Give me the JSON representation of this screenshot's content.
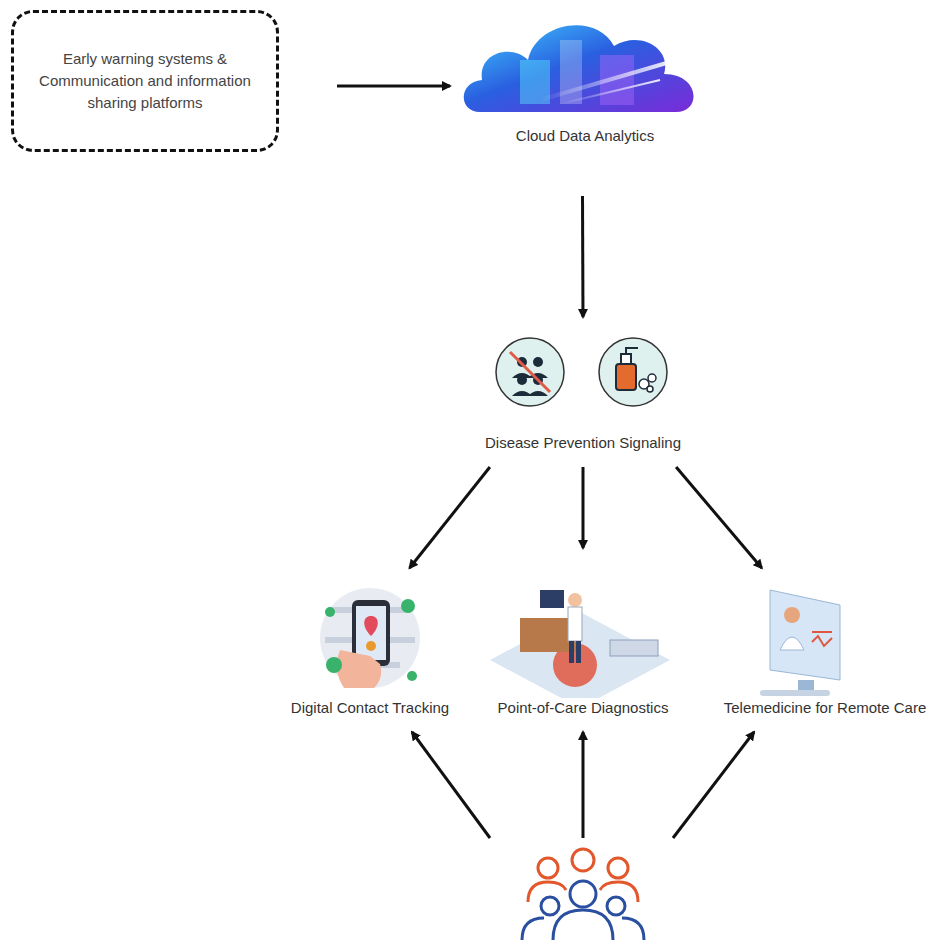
{
  "diagram": {
    "nodes": [
      {
        "text": [
          "Early warning systems & Communication and information sharing platforms"
        ]
      },
      {
        "text": [
          "Cloud Data Analytics"
        ]
      },
      {
        "text": [
          "Disease Prevention Signaling"
        ]
      },
      {
        "text": [
          "Digital Contact Tracking"
        ]
      },
      {
        "text": [
          "Point-of-Care Diagnostics"
        ]
      },
      {
        "text": [
          "Telemedicine for Remote Care"
        ]
      }
    ],
    "edges": [
      {
        "from": 0,
        "to": 1,
        "arrow": "to"
      },
      {
        "from": 1,
        "to": 2,
        "arrow": "to"
      },
      {
        "from": 2,
        "to": 3,
        "arrow": "to"
      },
      {
        "from": 2,
        "to": 4,
        "arrow": "to"
      },
      {
        "from": 2,
        "to": 5,
        "arrow": "to"
      }
    ]
  }
}
